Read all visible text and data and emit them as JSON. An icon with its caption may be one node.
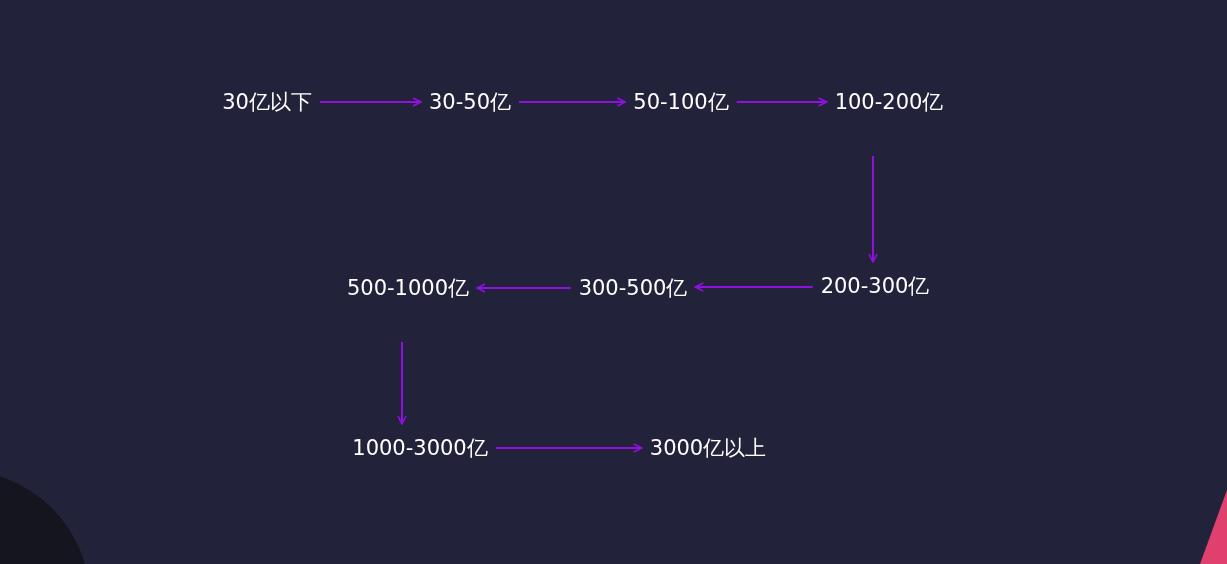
{
  "diagram": {
    "nodes": [
      {
        "text": [
          "30亿以下"
        ]
      },
      {
        "text": [
          "30-50亿"
        ]
      },
      {
        "text": [
          "50-100亿"
        ]
      },
      {
        "text": [
          "100-200亿"
        ]
      },
      {
        "text": [
          "200-300亿"
        ]
      },
      {
        "text": [
          "300-500亿"
        ]
      },
      {
        "text": [
          "500-1000亿"
        ]
      },
      {
        "text": [
          "1000-3000亿"
        ]
      },
      {
        "text": [
          "3000亿以上"
        ]
      }
    ],
    "edges": [
      {
        "from": 0,
        "to": 1,
        "arrow": "to"
      },
      {
        "from": 1,
        "to": 2,
        "arrow": "to"
      },
      {
        "from": 2,
        "to": 3,
        "arrow": "to"
      },
      {
        "from": 3,
        "to": 4,
        "arrow": "to"
      },
      {
        "from": 4,
        "to": 5,
        "arrow": "to"
      },
      {
        "from": 5,
        "to": 6,
        "arrow": "to"
      },
      {
        "from": 6,
        "to": 7,
        "arrow": "to"
      },
      {
        "from": 7,
        "to": 8,
        "arrow": "to"
      }
    ]
  }
}
